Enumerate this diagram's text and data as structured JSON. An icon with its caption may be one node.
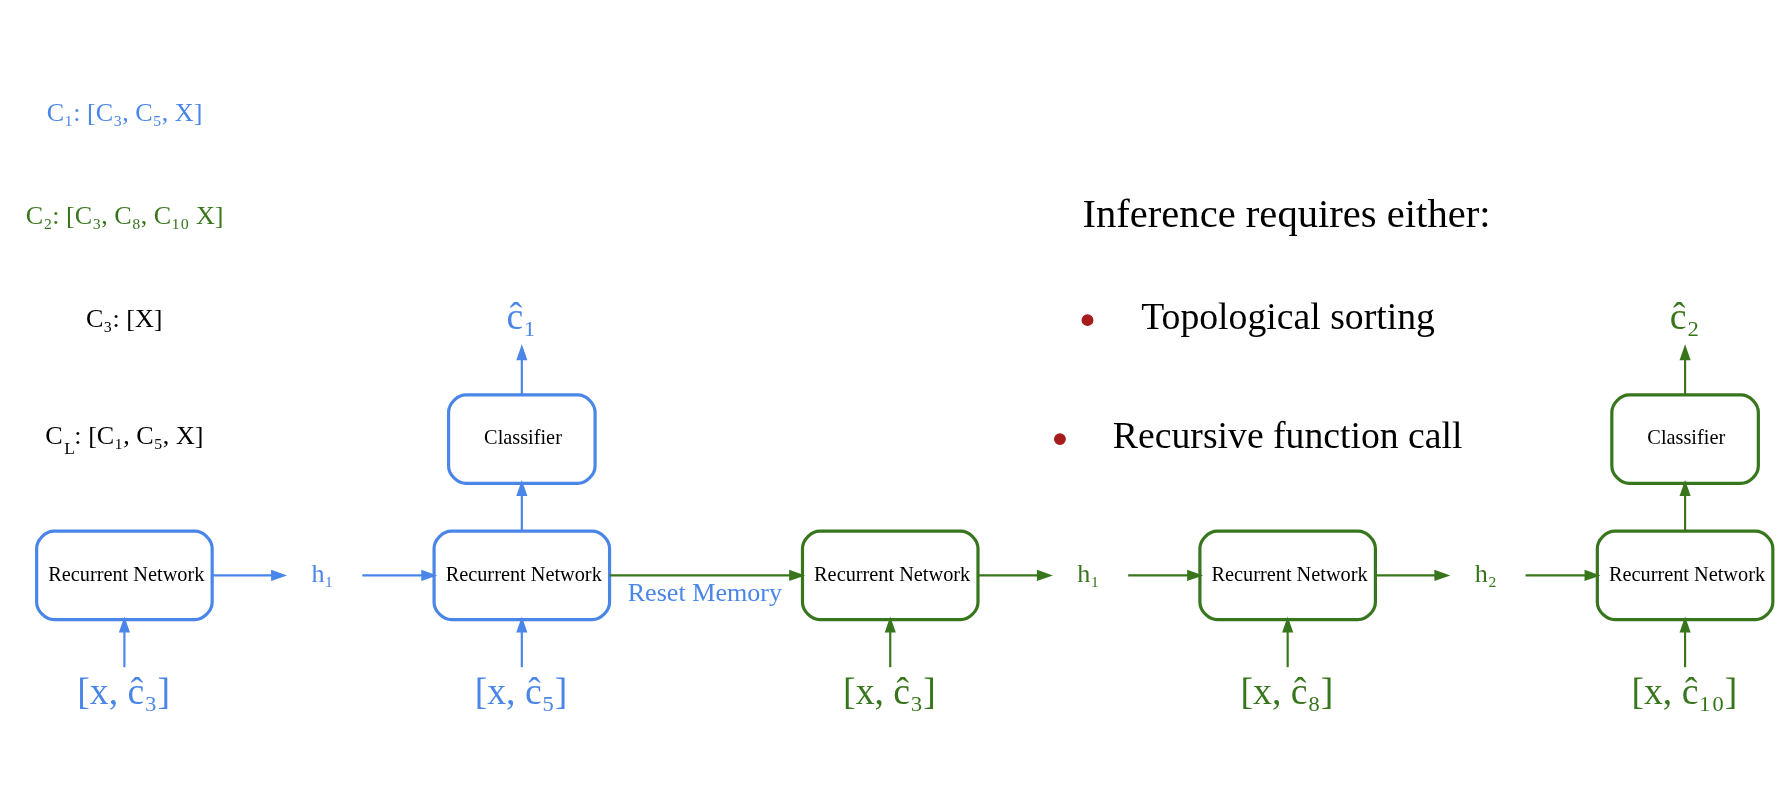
{
  "diagram": {
    "nodes": [
      {
        "text": [
          "Recurrent Network"
        ]
      },
      {
        "text": [
          "h₁"
        ]
      },
      {
        "text": [
          "Recurrent Network"
        ]
      },
      {
        "text": [
          "Classifier"
        ]
      },
      {
        "text": [
          "ĉ₁"
        ]
      },
      {
        "text": [
          "Recurrent Network"
        ]
      },
      {
        "text": [
          "h₁"
        ]
      },
      {
        "text": [
          "Recurrent Network"
        ]
      },
      {
        "text": [
          "h₂"
        ]
      },
      {
        "text": [
          "Recurrent Network"
        ]
      },
      {
        "text": [
          "Classifier"
        ]
      },
      {
        "text": [
          "ĉ₂"
        ]
      },
      {
        "text": [
          "[x, ĉ₃]"
        ]
      },
      {
        "text": [
          "[x, ĉ₅]"
        ]
      },
      {
        "text": [
          "[x, ĉ₃]"
        ]
      },
      {
        "text": [
          "[x, ĉ₈]"
        ]
      },
      {
        "text": [
          "[x, ĉ₁₀]"
        ]
      }
    ],
    "edges": [
      {
        "from": 0,
        "to": 1,
        "arrow": "to",
        "color": "#4a86e8"
      },
      {
        "from": 1,
        "to": 2,
        "arrow": "to",
        "color": "#4a86e8"
      },
      {
        "from": 2,
        "to": 3,
        "arrow": "to",
        "color": "#4a86e8"
      },
      {
        "from": 3,
        "to": 4,
        "arrow": "to",
        "color": "#4a86e8"
      },
      {
        "from": 2,
        "to": 5,
        "arrow": "to",
        "label": "Reset Memory"
      },
      {
        "from": 5,
        "to": 6,
        "arrow": "to"
      },
      {
        "from": 6,
        "to": 7,
        "arrow": "to"
      },
      {
        "from": 7,
        "to": 8,
        "arrow": "to"
      },
      {
        "from": 8,
        "to": 9,
        "arrow": "to"
      },
      {
        "from": 9,
        "to": 10,
        "arrow": "to"
      },
      {
        "from": 10,
        "to": 11,
        "arrow": "to"
      },
      {
        "from": 12,
        "to": 0,
        "arrow": "to",
        "color": "#4a86e8"
      },
      {
        "from": 13,
        "to": 2,
        "arrow": "to",
        "color": "#4a86e8"
      },
      {
        "from": 14,
        "to": 5,
        "arrow": "to"
      },
      {
        "from": 15,
        "to": 7,
        "arrow": "to"
      },
      {
        "from": 16,
        "to": 9,
        "arrow": "to"
      }
    ],
    "labels": [
      "C₁: [C₃, C₅, X]",
      "C₂: [C₃, C₈, C₁₀ X]",
      "C₃: [X]",
      "C$_{L}$: [C₁, C₅, X]",
      "Inference requires either:",
      "Topological sorting",
      "Recursive function call"
    ]
  }
}
